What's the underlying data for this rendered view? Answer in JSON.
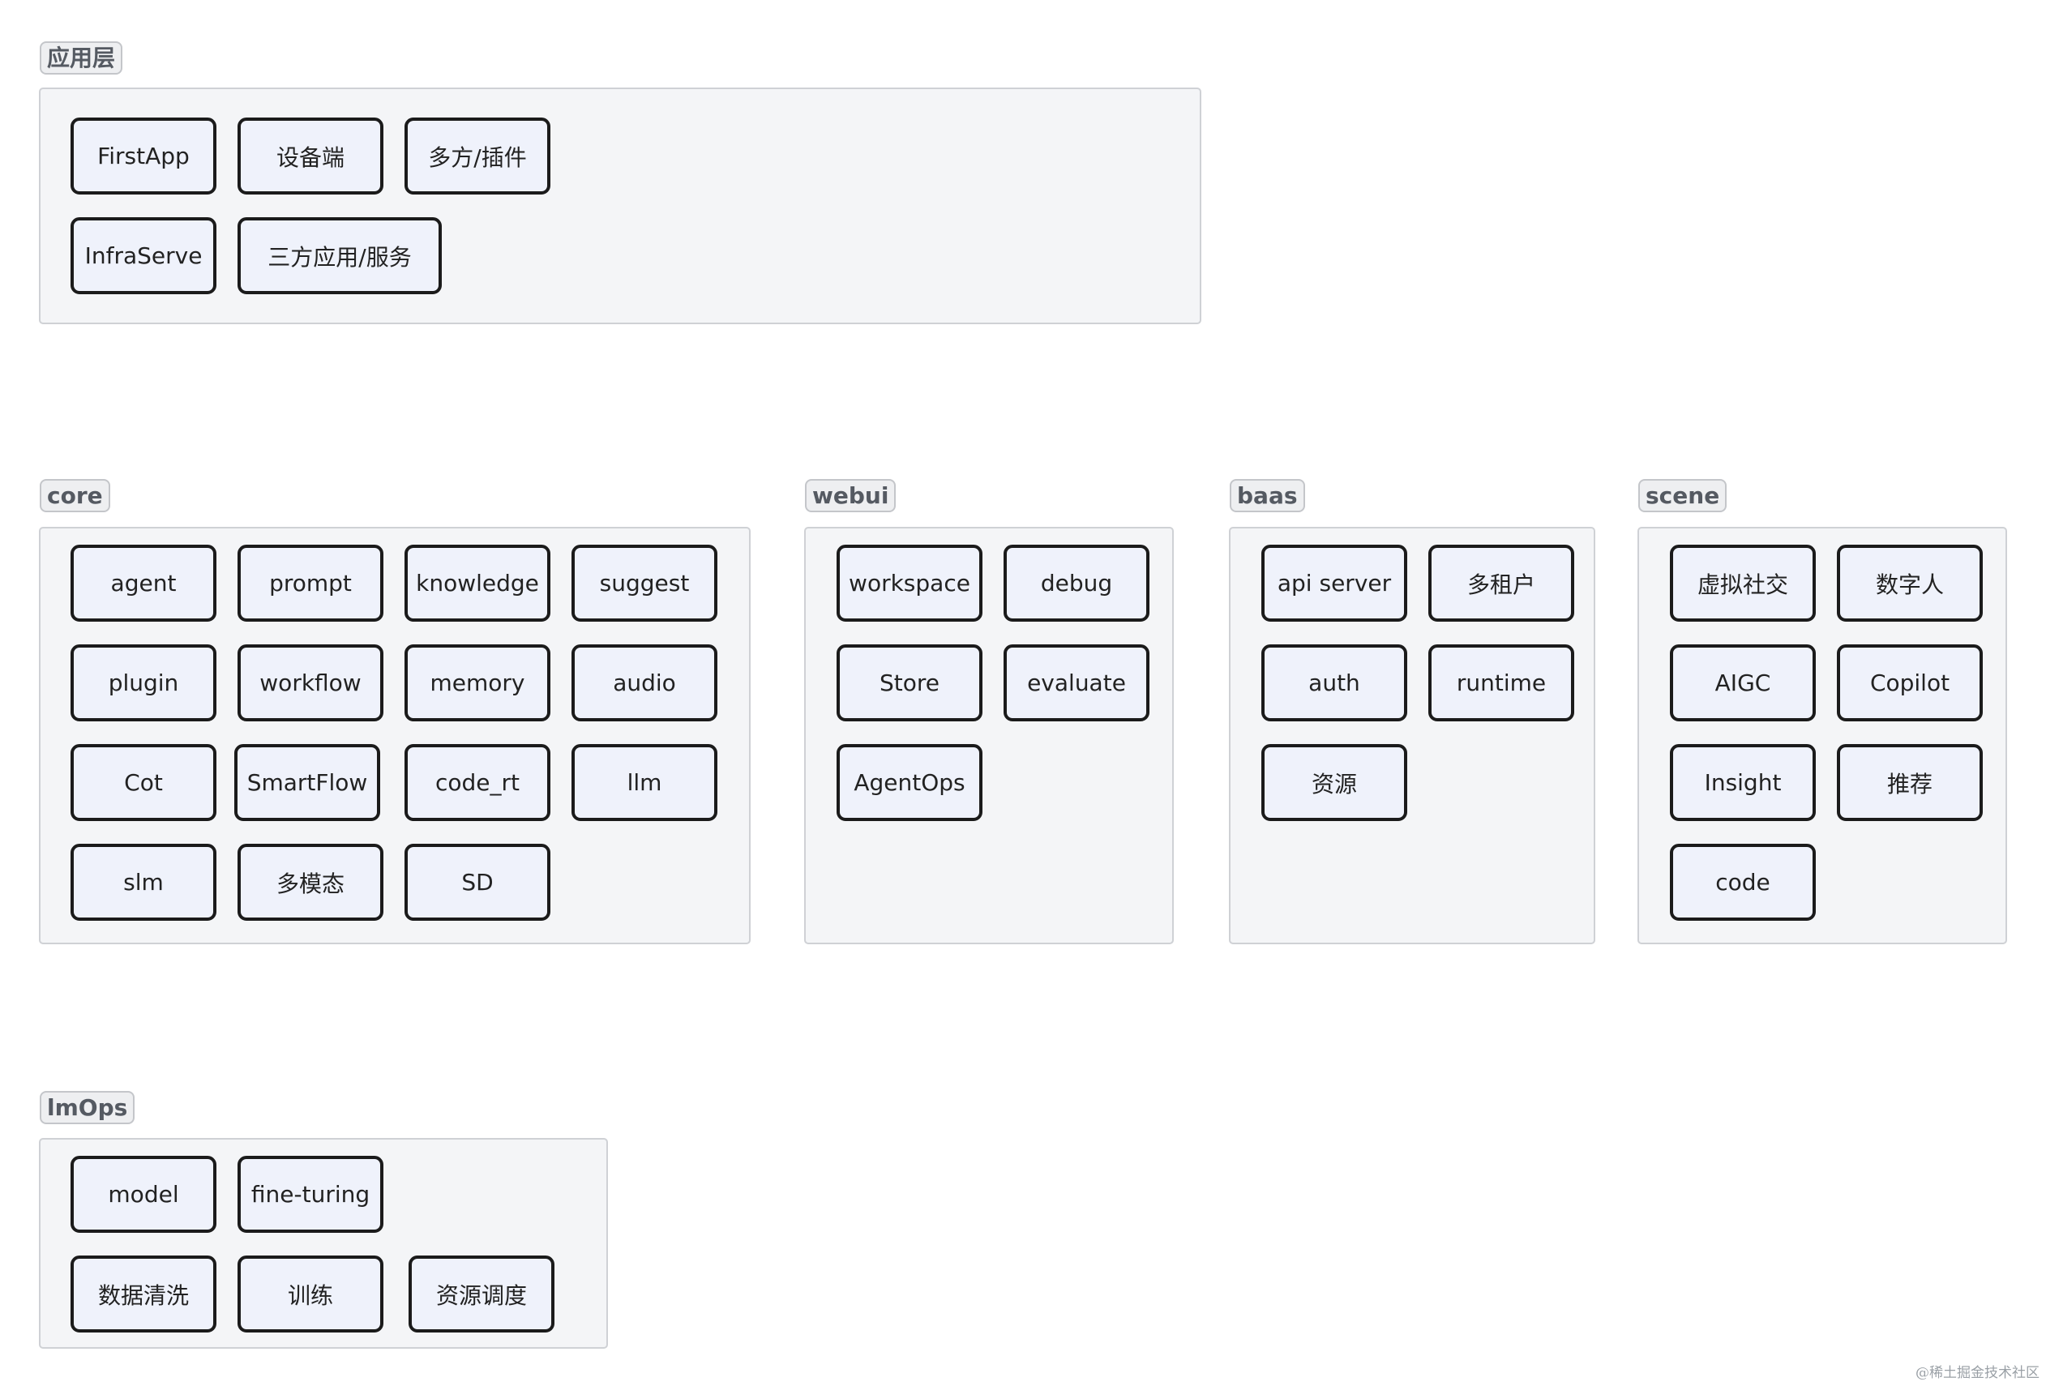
{
  "groups": [
    {
      "id": "app",
      "title": "应用层",
      "nodes": [
        "FirstApp",
        "设备端",
        "多方/插件",
        "InfraServe",
        "三方应用/服务"
      ]
    },
    {
      "id": "core",
      "title": "core",
      "nodes": [
        "agent",
        "prompt",
        "knowledge",
        "suggest",
        "plugin",
        "workflow",
        "memory",
        "audio",
        "Cot",
        "SmartFlow",
        "code_rt",
        "llm",
        "slm",
        "多模态",
        "SD"
      ]
    },
    {
      "id": "webui",
      "title": "webui",
      "nodes": [
        "workspace",
        "debug",
        "Store",
        "evaluate",
        "AgentOps"
      ]
    },
    {
      "id": "baas",
      "title": "baas",
      "nodes": [
        "api server",
        "多租户",
        "auth",
        "runtime",
        "资源"
      ]
    },
    {
      "id": "scene",
      "title": "scene",
      "nodes": [
        "虚拟社交",
        "数字人",
        "AIGC",
        "Copilot",
        "Insight",
        "推荐",
        "code"
      ]
    },
    {
      "id": "lmops",
      "title": "lmOps",
      "nodes": [
        "model",
        "fine-turing",
        "数据清洗",
        "训练",
        "资源调度"
      ]
    }
  ],
  "watermark": "@稀土掘金技术社区"
}
